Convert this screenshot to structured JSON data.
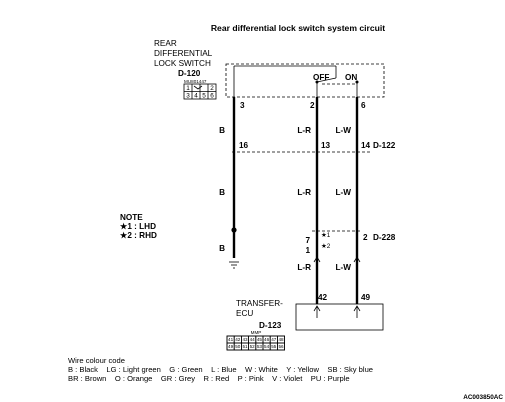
{
  "title": "Rear differential lock switch system circuit",
  "switch": {
    "label_lines": [
      "REAR",
      "DIFFERENTIAL",
      "LOCK SWITCH"
    ],
    "connector": "D-120",
    "code": "MU801447",
    "pins": [
      "1",
      "2",
      "3",
      "4",
      "5",
      "6"
    ],
    "off_label": "OFF",
    "on_label": "ON"
  },
  "wires": [
    {
      "pin_top": "3",
      "color": "B",
      "joint_pin": "16"
    },
    {
      "pin_top": "2",
      "color": "L-R",
      "joint_pin": "13"
    },
    {
      "pin_top": "6",
      "color": "L-W",
      "joint_pin": "14"
    }
  ],
  "wire_colors_lower": [
    "B",
    "L-R",
    "L-W"
  ],
  "connector_mid": "D-122",
  "connector_low": "D-228",
  "low_pins": {
    "lr_lhd": "7",
    "lr_rhd": "1",
    "lw": "2"
  },
  "lower_colors": {
    "lr": "L-R",
    "lw": "L-W",
    "ground": "B"
  },
  "marks": {
    "lhd": "★1",
    "rhd": "★2"
  },
  "note": {
    "heading": "NOTE",
    "lines": [
      "★1 : LHD",
      "★2 : RHD"
    ]
  },
  "ecu": {
    "label_lines": [
      "TRANSFER-",
      "ECU"
    ],
    "connector": "D-123",
    "pins": [
      "42",
      "49"
    ],
    "code": "MMP",
    "grid_row1": [
      "41",
      "42",
      "43",
      "44",
      "45",
      "46",
      "47",
      "48"
    ],
    "grid_row2": [
      "49",
      "50",
      "51",
      "52",
      "53",
      "54",
      "55",
      "56"
    ]
  },
  "legend": {
    "heading": "Wire colour code",
    "line1": "B : Black    LG : Light green    G : Green    L : Blue    W : White    Y : Yellow    SB : Sky blue",
    "line2": "BR : Brown    O : Orange    GR : Grey    R : Red    P : Pink    V : Violet    PU : Purple"
  },
  "figure_id": "AC003850AC"
}
